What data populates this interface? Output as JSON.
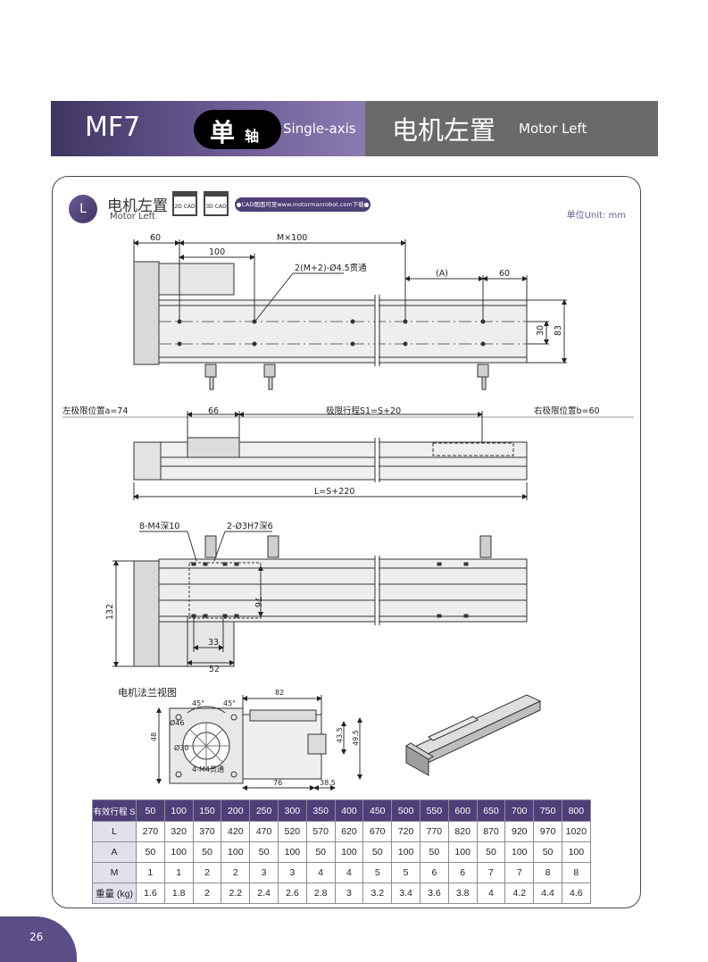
{
  "banner": {
    "model": "MF7",
    "axis_cn_big": "单",
    "axis_cn_small": "轴",
    "axis_en": "Single-axis",
    "mount_cn": "电机左置",
    "mount_en": "Motor Left"
  },
  "section": {
    "badge": "L",
    "title_cn": "电机左置",
    "title_en": "Motor Left",
    "cad2d": "2D CAD",
    "cad3d": "3D CAD",
    "cad_note": "●CAD图面可至www.motormanrobot.com下载●",
    "unit": "单位Unit: mm"
  },
  "dims": {
    "top": {
      "d60_left": "60",
      "m100": "M×100",
      "d100": "100",
      "holes": "2(M+2)-Ø4.5贯通",
      "dA": "(A)",
      "d60_right": "60",
      "d30": "30",
      "d83": "83"
    },
    "mid": {
      "left_limit": "左极限位置a=74",
      "d66": "66",
      "stroke": "极限行程S1=S+20",
      "right_limit": "右极限位置b=60",
      "length": "L=S+220"
    },
    "bottom": {
      "m4": "8-M4深10",
      "pin": "2-Ø3H7深6",
      "d76": "76",
      "d132": "132",
      "d33": "33",
      "d52": "52"
    },
    "flange": {
      "title": "电机法兰视图",
      "a45_1": "45°",
      "a45_2": "45°",
      "d82": "82",
      "d46": "Ø46",
      "d30": "Ø30",
      "d48": "48",
      "holes": "4-M4贯通",
      "d43_5": "43.5",
      "d49_5": "49.5",
      "d76": "76",
      "d38_5": "38.5"
    }
  },
  "table": {
    "head_label": "有效行程 S",
    "strokes": [
      "50",
      "100",
      "150",
      "200",
      "250",
      "300",
      "350",
      "400",
      "450",
      "500",
      "550",
      "600",
      "650",
      "700",
      "750",
      "800"
    ],
    "rows": [
      {
        "label": "L",
        "values": [
          "270",
          "320",
          "370",
          "420",
          "470",
          "520",
          "570",
          "620",
          "670",
          "720",
          "770",
          "820",
          "870",
          "920",
          "970",
          "1020"
        ]
      },
      {
        "label": "A",
        "values": [
          "50",
          "100",
          "50",
          "100",
          "50",
          "100",
          "50",
          "100",
          "50",
          "100",
          "50",
          "100",
          "50",
          "100",
          "50",
          "100"
        ]
      },
      {
        "label": "M",
        "values": [
          "1",
          "1",
          "2",
          "2",
          "3",
          "3",
          "4",
          "4",
          "5",
          "5",
          "6",
          "6",
          "7",
          "7",
          "8",
          "8"
        ]
      },
      {
        "label": "重量 (kg)",
        "values": [
          "1.6",
          "1.8",
          "2",
          "2.2",
          "2.4",
          "2.6",
          "2.8",
          "3",
          "3.2",
          "3.4",
          "3.6",
          "3.8",
          "4",
          "4.2",
          "4.4",
          "4.6"
        ]
      }
    ]
  },
  "page_number": "26"
}
